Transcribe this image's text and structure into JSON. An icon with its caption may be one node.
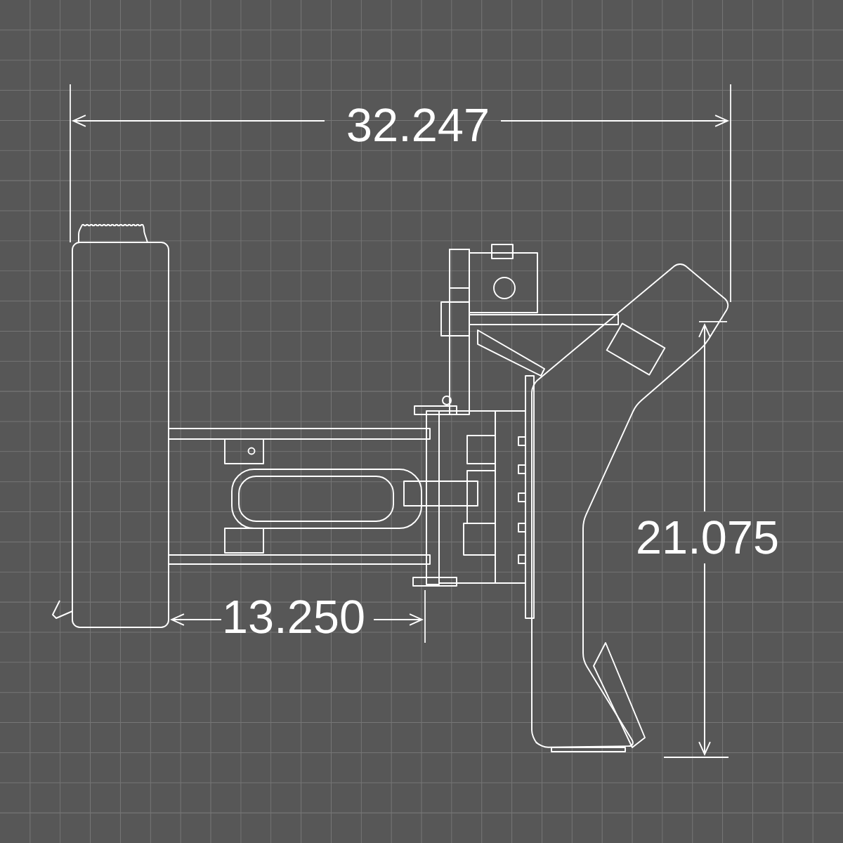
{
  "diagram": {
    "labels": [
      "32.247",
      "13.250",
      "21.075"
    ]
  }
}
